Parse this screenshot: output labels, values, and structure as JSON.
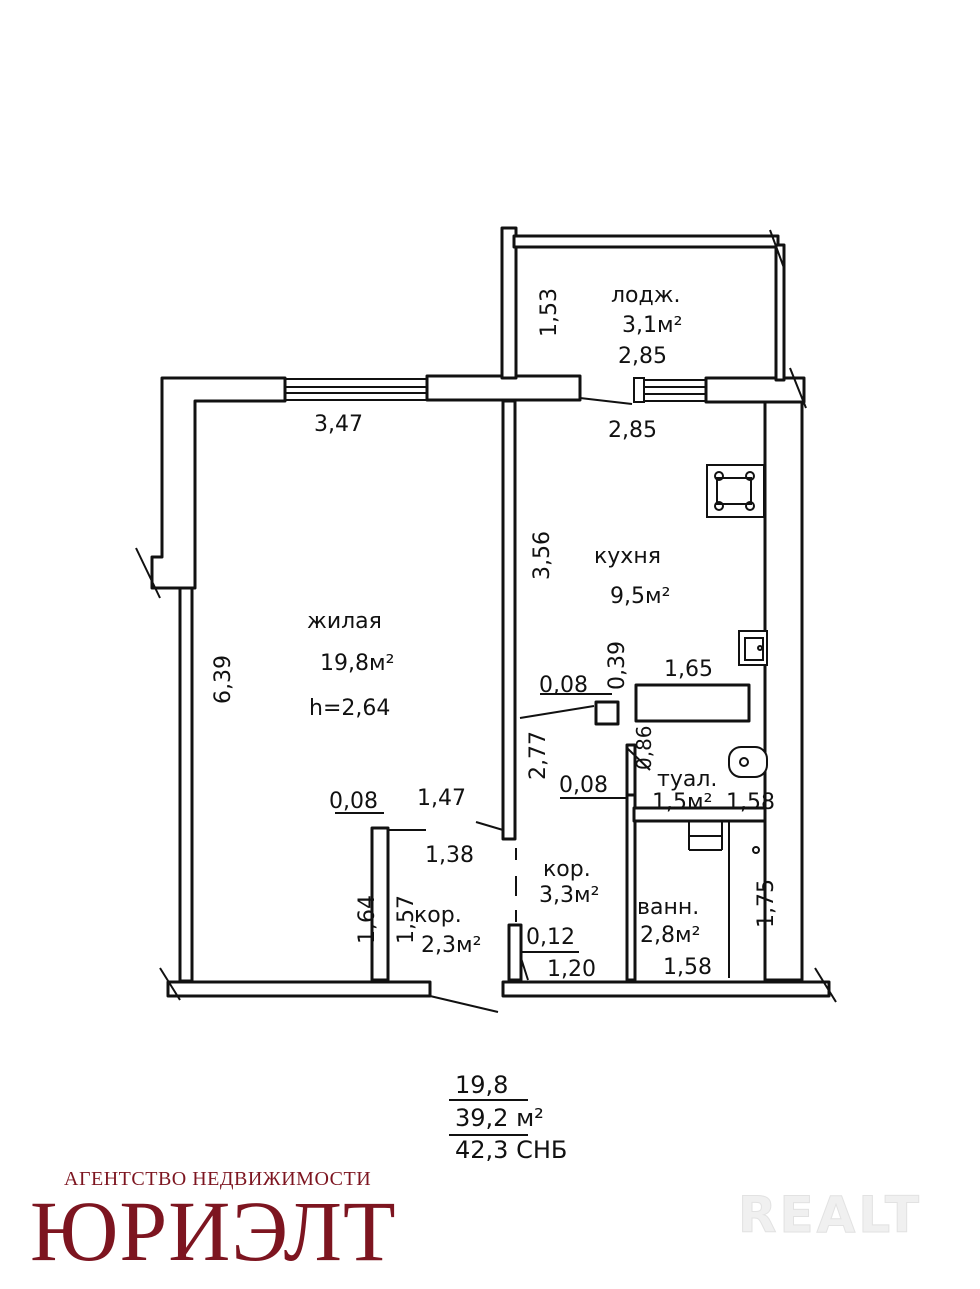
{
  "rooms": {
    "loggia": {
      "name": "лодж.",
      "area": "3,1м²",
      "dim_depth": "1,53",
      "dim_width": "2,85"
    },
    "kitchen": {
      "name": "кухня",
      "area": "9,5м²",
      "dim_width": "2,85",
      "dim_depth": "3,56"
    },
    "living": {
      "name": "жилая",
      "area": "19,8м²",
      "height": "h=2,64",
      "dim_width": "3,47",
      "dim_depth": "6,39"
    },
    "corridor_small": {
      "name": "кор.",
      "area": "2,3м²",
      "dim_a": "1,64",
      "dim_b": "1,57",
      "dim_c": "1,38",
      "dim_d": "1,47",
      "dim_e": "0,08"
    },
    "corridor_main": {
      "name": "кор.",
      "area": "3,3м²",
      "dim_a": "2,77",
      "dim_b": "0,12",
      "dim_c": "1,20"
    },
    "toilet": {
      "name": "туал.",
      "area": "1,5м²",
      "dim_width": "1,58",
      "dim_depth": "0,86",
      "dim_offset": "0,08"
    },
    "bathroom": {
      "name": "ванн.",
      "area": "2,8м²",
      "dim_width": "1,58",
      "dim_depth": "1,75"
    },
    "partition": {
      "dim_a": "0,08",
      "dim_b": "0,39",
      "dim_c": "1,65"
    }
  },
  "summary": {
    "living_area": "19,8",
    "total_area": "39,2 м²",
    "total_area_snb": "42,3 СНБ"
  },
  "branding": {
    "agency_tagline": "АГЕНТСТВО НЕДВИЖИМОСТИ",
    "agency_name": "ЮРИЭЛТ",
    "watermark": "REALT"
  }
}
